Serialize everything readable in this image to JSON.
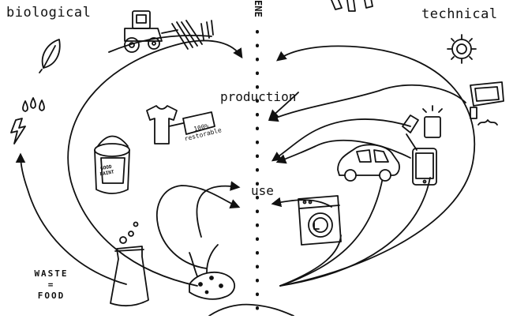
{
  "labels": {
    "biological": "biological",
    "technical": "technical",
    "production": "production",
    "use": "use",
    "energy": "ENE",
    "waste_line1": "WASTE",
    "waste_line2": "=",
    "waste_line3": "FOOD",
    "tag_line1": "100%",
    "tag_line2": "restorable",
    "paint_line1": "GOOD",
    "paint_line2": "PAINT"
  },
  "icons": [
    "tractor-icon",
    "leaf-icon",
    "water-drops-icon",
    "lightning-icon",
    "tshirt-icon",
    "paint-can-icon",
    "flask-icon",
    "compost-icon",
    "gear-icon",
    "tablet-icon",
    "smartphone-icon",
    "car-icon",
    "washing-machine-icon",
    "toaster-icon",
    "kitchen-tools-icon"
  ],
  "colors": {
    "ink": "#111111",
    "background": "#ffffff"
  }
}
